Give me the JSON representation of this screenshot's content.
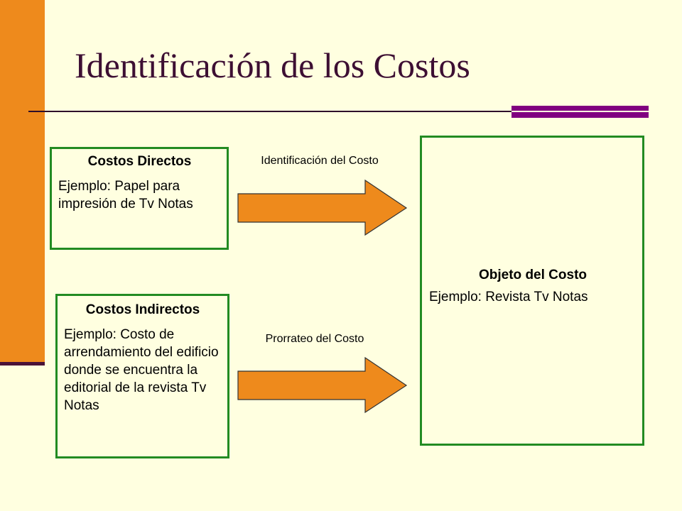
{
  "slide": {
    "title": "Identificación de los Costos"
  },
  "costos_directos": {
    "heading": "Costos Directos",
    "body": "Ejemplo: Papel para impresión de Tv Notas"
  },
  "costos_indirectos": {
    "heading": "Costos Indirectos",
    "body": "Ejemplo: Costo de arrendamiento del edificio donde se encuentra la editorial de la revista Tv Notas"
  },
  "objeto_costo": {
    "heading": "Objeto del Costo",
    "body": "Ejemplo: Revista Tv Notas"
  },
  "arrows": {
    "identificacion_label": "Identificación del Costo",
    "prorrateo_label": "Prorrateo del Costo"
  },
  "colors": {
    "background": "#FFFFE0",
    "accent_orange": "#EE8A1C",
    "box_border": "#228B22",
    "title_color": "#3D0F33",
    "accent_purple": "#800080"
  }
}
